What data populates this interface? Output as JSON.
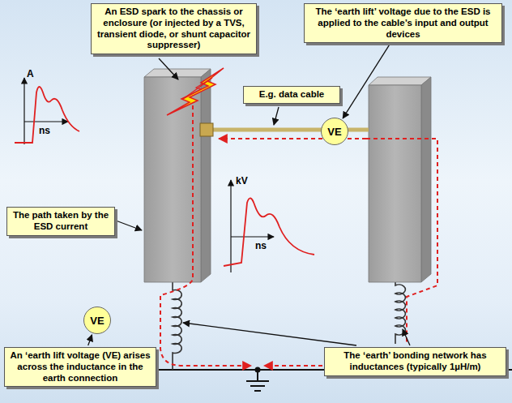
{
  "diagram": {
    "nodes": [
      {
        "text": [
          "An ESD spark to the chassis or enclosure (or injected by a TVS, transient diode, or shunt capacitor suppresser)"
        ]
      },
      {
        "text": [
          "The ‘earth lift’ voltage due to the ESD is applied to the cable’s input and output devices"
        ]
      },
      {
        "text": [
          "E.g. data cable"
        ]
      },
      {
        "text": [
          "VE"
        ]
      },
      {
        "text": [
          "The path taken by the ESD current"
        ]
      },
      {
        "text": [
          "VE"
        ]
      },
      {
        "text": [
          "An ‘earth lift voltage (VE) arises across the inductance in the earth connection"
        ]
      },
      {
        "text": [
          "The ‘earth’ bonding network has inductances (typically 1µH/m)"
        ]
      }
    ],
    "edges": [
      {
        "from": 1,
        "to": 3,
        "arrow": "to"
      },
      {
        "from": 6,
        "to": 5,
        "arrow": "to"
      }
    ],
    "labels": [
      "A",
      "ns",
      "kV",
      "ns"
    ]
  }
}
